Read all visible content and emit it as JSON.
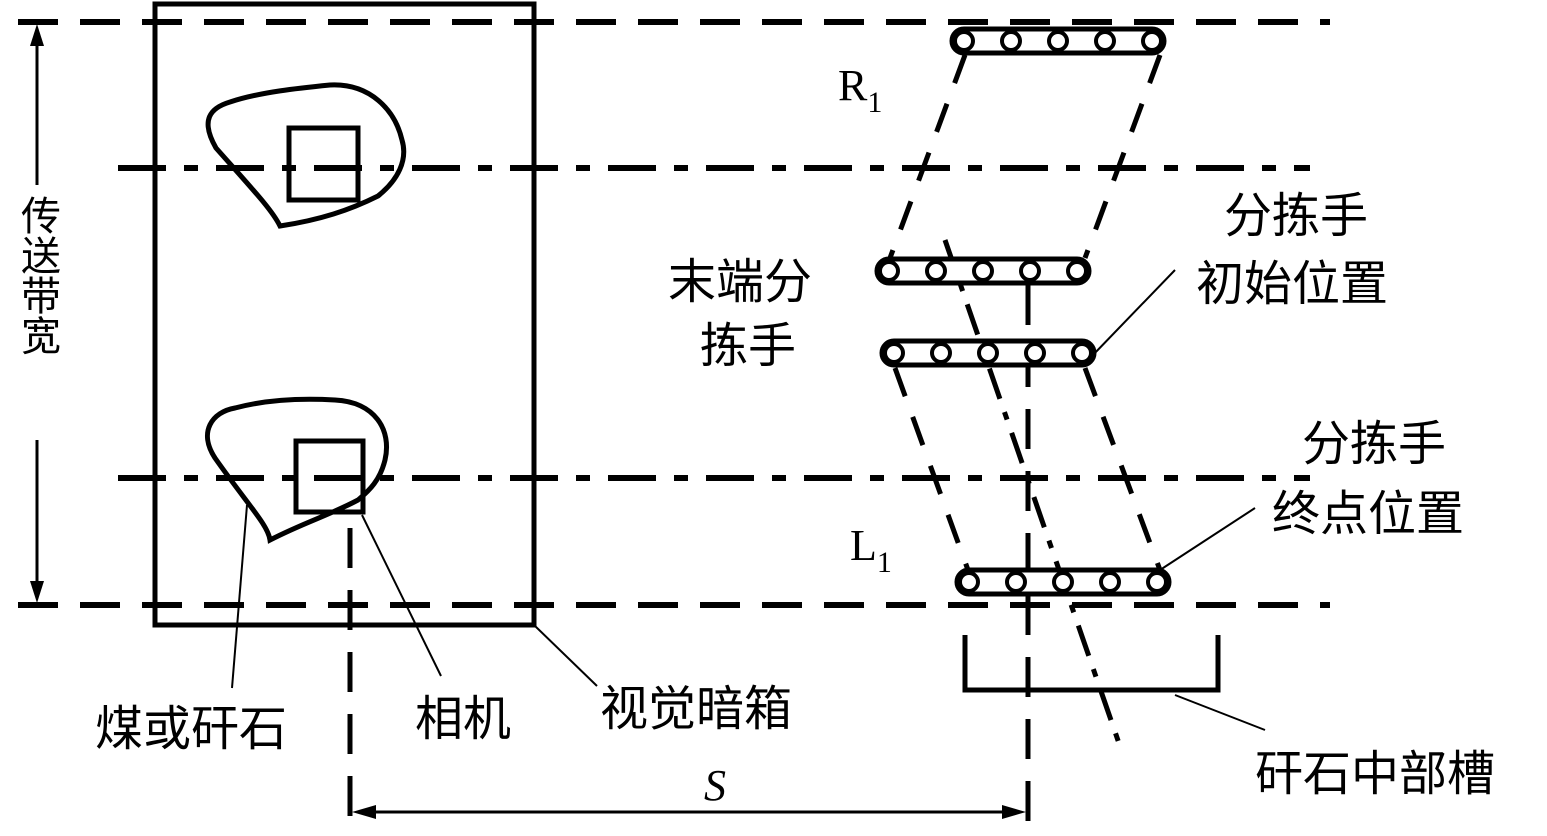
{
  "figure": {
    "belt_width_label": "传送带宽",
    "labels": {
      "coal_or_gangue": "煤或矸石",
      "camera": "相机",
      "vision_darkbox": "视觉暗箱",
      "terminal_sorter_line1": "末端分",
      "terminal_sorter_line2": "拣手",
      "sorter_initial_line1": "分拣手",
      "sorter_initial_line2": "初始位置",
      "sorter_final_line1": "分拣手",
      "sorter_final_line2": "终点位置",
      "gangue_middle_trough": "矸石中部槽",
      "R1_main": "R",
      "R1_sub": "1",
      "L1_main": "L",
      "L1_sub": "1",
      "distance_S": "S"
    },
    "colors": {
      "stroke": "#000000",
      "background": "#ffffff"
    }
  }
}
